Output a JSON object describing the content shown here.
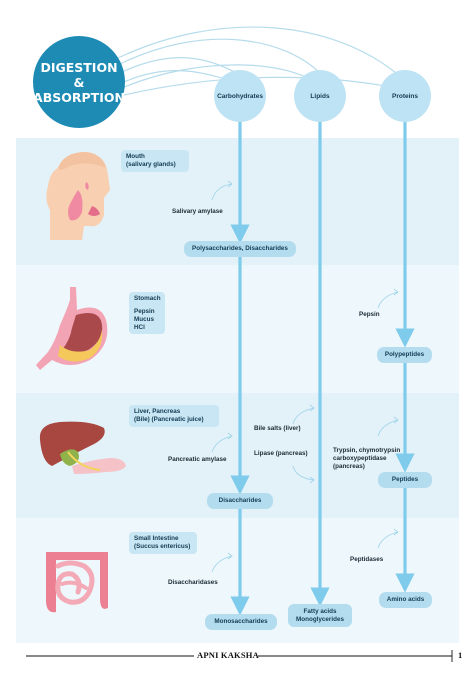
{
  "title": {
    "line1": "DIGESTION &",
    "line2": "ABSORPTION"
  },
  "nutrients": {
    "carbohydrates": "Carbohydrates",
    "lipids": "Lipids",
    "proteins": "Proteins"
  },
  "stages": {
    "mouth": {
      "organ_line1": "Mouth",
      "organ_line2": "(salivary glands)",
      "enzyme": "Salivary amylase",
      "product": "Polysaccharides, Disaccharides"
    },
    "stomach": {
      "organ": "Stomach",
      "secretions": [
        "Pepsin",
        "Mucus",
        "HCl"
      ],
      "enzyme": "Pepsin",
      "product": "Polypeptides"
    },
    "liver_pancreas": {
      "organ_line1": "Liver, Pancreas",
      "organ_line2": "(Bile) (Pancreatic juice)",
      "carb_enzyme": "Pancreatic amylase",
      "carb_product": "Disaccharides",
      "lipid_enzyme1": "Bile salts (liver)",
      "lipid_enzyme2": "Lipase (pancreas)",
      "protein_enzyme_line1": "Trypsin, chymotrypsin",
      "protein_enzyme_line2": "carboxypeptidase",
      "protein_enzyme_line3": "(pancreas)",
      "protein_product": "Peptides"
    },
    "small_intestine": {
      "organ_line1": "Small Intestine",
      "organ_line2": "(Succus entericus)",
      "carb_enzyme": "Disaccharidases",
      "carb_product": "Monosaccharides",
      "lipid_product_line1": "Fatty acids",
      "lipid_product_line2": "Monoglycerides",
      "protein_enzyme": "Peptidases",
      "protein_product": "Amino acids"
    }
  },
  "footer": {
    "brand": "APNI KAKSHA",
    "page_number": "1"
  },
  "colors": {
    "title_circle": "#1e8bb5",
    "nutrient_circle": "#bde3f4",
    "band_dark": "#e3f1f8",
    "band_light": "#eef7fb",
    "arrow": "#7fcbeb"
  }
}
